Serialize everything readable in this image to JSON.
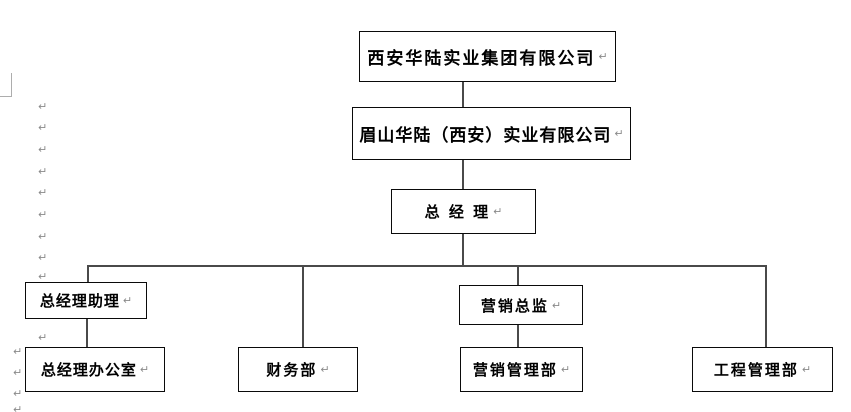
{
  "diagram": {
    "type": "org-chart",
    "nodes": [
      {
        "id": "group-company",
        "label": "西安华陆实业集团有限公司"
      },
      {
        "id": "subsidiary-company",
        "label": "眉山华陆（西安）实业有限公司"
      },
      {
        "id": "general-manager",
        "label": "总 经 理"
      },
      {
        "id": "gm-assistant",
        "label": "总经理助理"
      },
      {
        "id": "marketing-director",
        "label": "营销总监"
      },
      {
        "id": "gm-office",
        "label": "总经理办公室"
      },
      {
        "id": "finance-dept",
        "label": "财务部"
      },
      {
        "id": "marketing-dept",
        "label": "营销管理部"
      },
      {
        "id": "engineering-dept",
        "label": "工程管理部"
      }
    ],
    "edges": [
      [
        "group-company",
        "subsidiary-company"
      ],
      [
        "subsidiary-company",
        "general-manager"
      ],
      [
        "general-manager",
        "gm-assistant"
      ],
      [
        "general-manager",
        "finance-dept"
      ],
      [
        "general-manager",
        "marketing-director"
      ],
      [
        "general-manager",
        "engineering-dept"
      ],
      [
        "gm-assistant",
        "gm-office"
      ],
      [
        "marketing-director",
        "marketing-dept"
      ]
    ]
  },
  "marks": {
    "return_mark": "↵"
  },
  "colors": {
    "box_border": "#0a0a0a",
    "connector_line": "#4a4a4a",
    "paragraph_mark": "#8a8a8a",
    "background": "#ffffff"
  }
}
